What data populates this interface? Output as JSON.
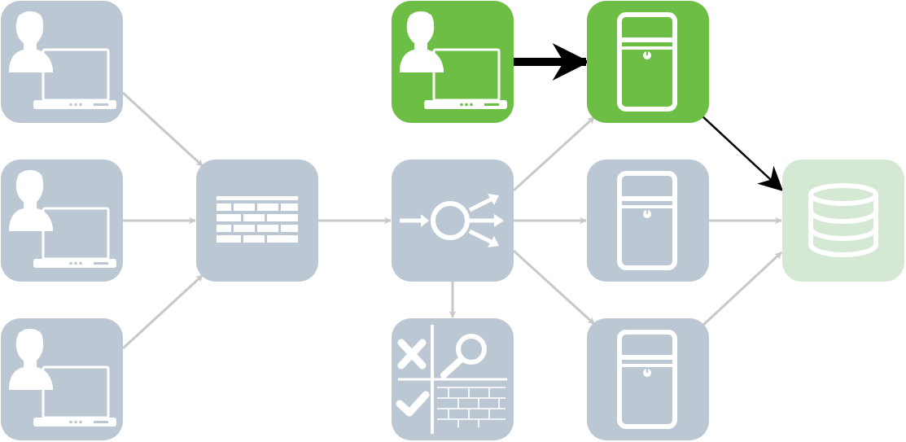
{
  "colors": {
    "node_default": "#bbc8d3",
    "node_active": "#6cbe45",
    "node_database": "#d5e8d4",
    "glyph": "#ffffff",
    "edge_default": "#c8c8c8",
    "edge_active": "#000000"
  },
  "nodes": [
    {
      "id": "user-1",
      "icon": "user-laptop-icon",
      "state": "default"
    },
    {
      "id": "user-2",
      "icon": "user-laptop-icon",
      "state": "default"
    },
    {
      "id": "user-3",
      "icon": "user-laptop-icon",
      "state": "default"
    },
    {
      "id": "firewall",
      "icon": "firewall-icon",
      "state": "default"
    },
    {
      "id": "attacker",
      "icon": "user-laptop-icon",
      "state": "active"
    },
    {
      "id": "load-balancer",
      "icon": "load-balancer-icon",
      "state": "default"
    },
    {
      "id": "waf",
      "icon": "web-application-firewall-icon",
      "state": "default"
    },
    {
      "id": "server-1",
      "icon": "server-icon",
      "state": "active"
    },
    {
      "id": "server-2",
      "icon": "server-icon",
      "state": "default"
    },
    {
      "id": "server-3",
      "icon": "server-icon",
      "state": "default"
    },
    {
      "id": "database",
      "icon": "database-icon",
      "state": "highlight"
    }
  ],
  "edges": [
    {
      "from": "user-1",
      "to": "firewall",
      "style": "default"
    },
    {
      "from": "user-2",
      "to": "firewall",
      "style": "default"
    },
    {
      "from": "user-3",
      "to": "firewall",
      "style": "default"
    },
    {
      "from": "firewall",
      "to": "load-balancer",
      "style": "default"
    },
    {
      "from": "load-balancer",
      "to": "server-1",
      "style": "default"
    },
    {
      "from": "load-balancer",
      "to": "server-2",
      "style": "default"
    },
    {
      "from": "load-balancer",
      "to": "server-3",
      "style": "default"
    },
    {
      "from": "load-balancer",
      "to": "waf",
      "style": "default"
    },
    {
      "from": "server-2",
      "to": "database",
      "style": "default"
    },
    {
      "from": "server-3",
      "to": "database",
      "style": "default"
    },
    {
      "from": "attacker",
      "to": "server-1",
      "style": "bold"
    },
    {
      "from": "server-1",
      "to": "database",
      "style": "active"
    }
  ]
}
